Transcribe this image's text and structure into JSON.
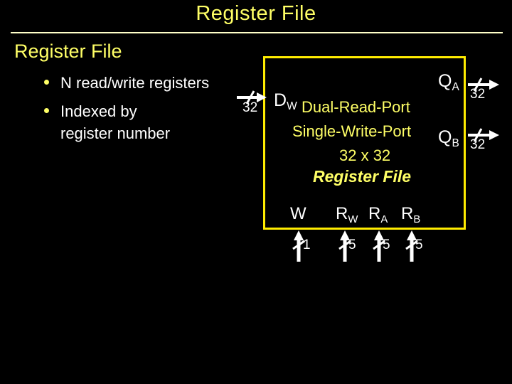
{
  "colors": {
    "background": "#000000",
    "yellow_text": "#ffff66",
    "box_border": "#ffec00",
    "divider_line": "#ffffc8",
    "white_text": "#ffffff"
  },
  "slide": {
    "title": "Register File",
    "heading": "Register File",
    "bullets": [
      {
        "line1": "N read/write registers",
        "line2": ""
      },
      {
        "line1": "Indexed by",
        "line2": "register number"
      }
    ]
  },
  "diagram": {
    "box_lines": [
      "Dual-Read-Port",
      "Single-Write-Port",
      "32 x 32",
      "Register File"
    ],
    "ports": {
      "dw": {
        "base": "D",
        "sub": "W"
      },
      "qa": {
        "base": "Q",
        "sub": "A"
      },
      "qb": {
        "base": "Q",
        "sub": "B"
      },
      "w": {
        "base": "W",
        "sub": ""
      },
      "rw": {
        "base": "R",
        "sub": "W"
      },
      "ra": {
        "base": "R",
        "sub": "A"
      },
      "rb": {
        "base": "R",
        "sub": "B"
      }
    },
    "bus_widths": {
      "din": "32",
      "qa": "32",
      "qb": "32",
      "w": "1",
      "rw": "5",
      "ra": "5",
      "rb": "5"
    }
  }
}
